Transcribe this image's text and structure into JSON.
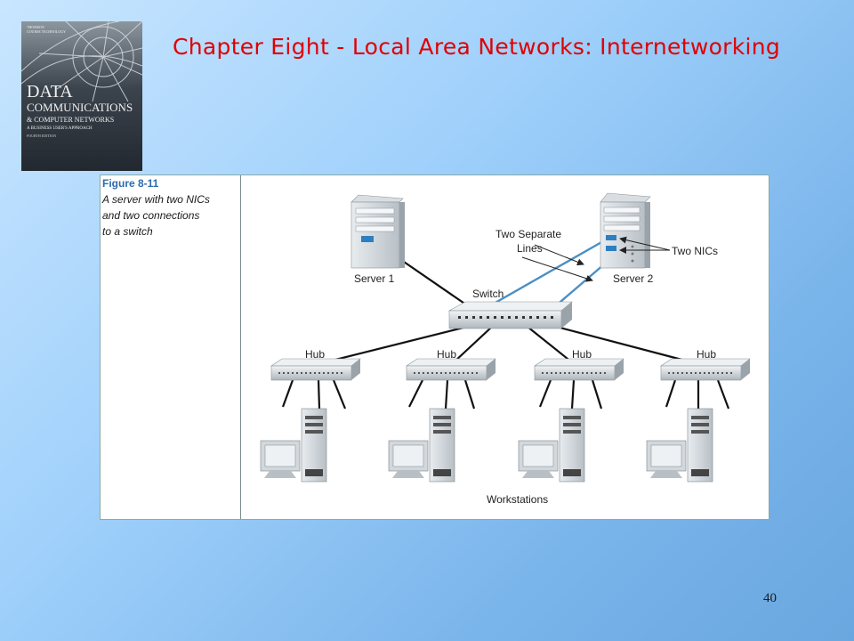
{
  "slide": {
    "title": "Chapter Eight - Local Area Networks: Internetworking",
    "page_number": "40"
  },
  "book_cover": {
    "top_lines": [
      "THOMSON",
      "COURSE TECHNOLOGY"
    ],
    "title_line1": "DATA",
    "title_line2": "COMMUNICATIONS",
    "title_line3": "& COMPUTER NETWORKS",
    "subtitle": "A BUSINESS USER'S APPROACH",
    "edition": "FOURTH EDITION"
  },
  "figure": {
    "number": "Figure 8-11",
    "caption": "A server with two NICs\nand two connections\nto a switch"
  },
  "diagram": {
    "server1_label": "Server 1",
    "server2_label": "Server 2",
    "switch_label": "Switch",
    "separate_lines_label_1": "Two Separate",
    "separate_lines_label_2": "Lines",
    "nics_label": "Two NICs",
    "hub_labels": [
      "Hub",
      "Hub",
      "Hub",
      "Hub"
    ],
    "workstations_label": "Workstations",
    "nic_color": "#2e7fbf"
  }
}
